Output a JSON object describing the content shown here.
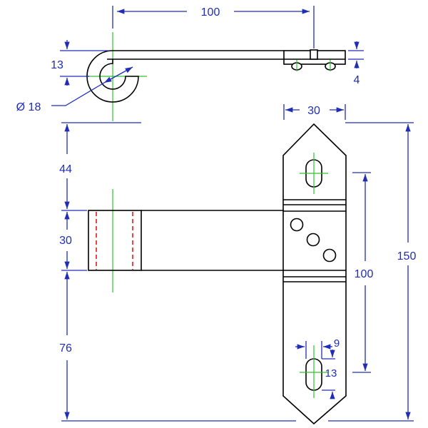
{
  "dimensions": {
    "top_length": "100",
    "ring_offset": "13",
    "thickness": "4",
    "ring_diameter": "Ø 18",
    "plate_width": "30",
    "gap_upper": "44",
    "pin_height": "30",
    "gap_lower": "76",
    "slot_spacing": "100",
    "total_height": "150",
    "slot_width": "9",
    "slot_length": "13"
  },
  "colors": {
    "outline": "#000000",
    "dimension": "#1f2db8",
    "centerline": "#2ec42e",
    "hidden": "#e01b1b"
  }
}
